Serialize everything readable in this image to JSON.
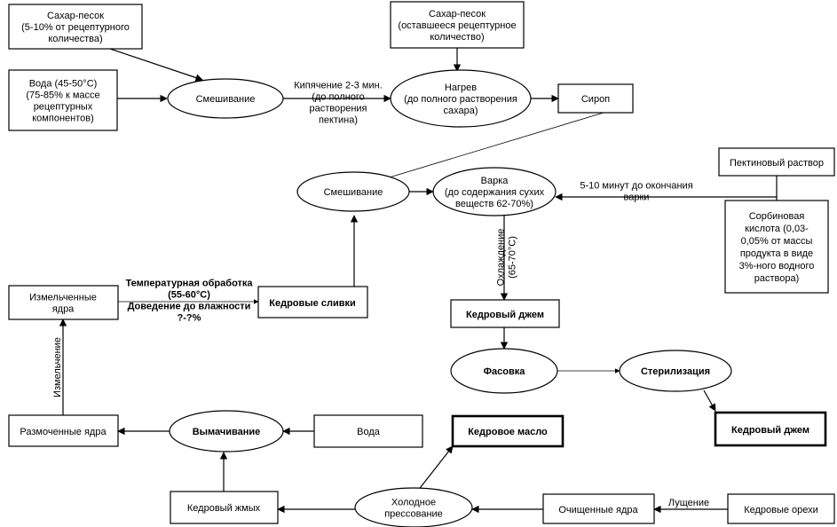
{
  "nodes": {
    "sugar1": "Сахар-песок\n(5-10% от рецептурного\nколичества)",
    "water1": "Вода (45-50°C)\n(75-85% к массе\nрецептурных\nкомпонентов)",
    "mix1": "Смешивание",
    "sugar2": "Сахар-песок\n(оставшееся рецептурное\nколичество)",
    "heat": "Нагрев\n(до полного растворения\nсахара)",
    "syrup": "Сироп",
    "pectin": "Пектиновый раствор",
    "sorbic": "Сорбиновая\nкислота (0,03-\n0,05% от массы\nпродукта в виде\n3%-ного водного\nраствора)",
    "mix2": "Смешивание",
    "cook": "Варка\n(до содержания сухих\nвеществ 62-70%)",
    "ground": "Измельченные\nядра",
    "cream": "Кедровые сливки",
    "jam1": "Кедровый джем",
    "pack": "Фасовка",
    "steril": "Стерилизация",
    "jam2": "Кедровый джем",
    "soaked": "Размоченные ядра",
    "soak": "Вымачивание",
    "water2": "Вода",
    "oil": "Кедровое масло",
    "cake": "Кедровый жмых",
    "press": "Холодное\nпрессование",
    "cleaned": "Очищенные ядра",
    "nuts": "Кедровые орехи"
  },
  "labels": {
    "boil": "Кипячение 2-3 мин.\n(до полного\nрастворения\nпектина)",
    "pectin_time": "5-10 минут до окончания\nварки",
    "cooling": "Охлаждение\n(65-70°C)",
    "temp": "Температурная обработка\n(55-60°C)\nДоведение до влажности\n?-?%",
    "grinding": "Измельчение",
    "peeling": "Лущение"
  }
}
